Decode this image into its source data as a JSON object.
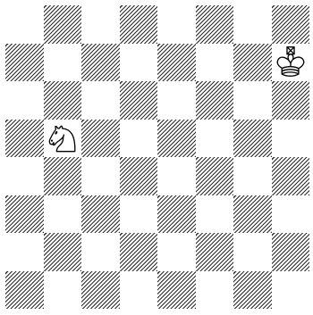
{
  "board": {
    "files": [
      "a",
      "b",
      "c",
      "d",
      "e",
      "f",
      "g",
      "h"
    ],
    "ranks": [
      "8",
      "7",
      "6",
      "5",
      "4",
      "3",
      "2",
      "1"
    ],
    "orientation": "white-bottom",
    "dark_square_style": "hatched",
    "light_square_style": "plain-white",
    "pieces": [
      {
        "square": "h7",
        "color": "white",
        "type": "king"
      },
      {
        "square": "b5",
        "color": "white",
        "type": "knight"
      }
    ]
  }
}
